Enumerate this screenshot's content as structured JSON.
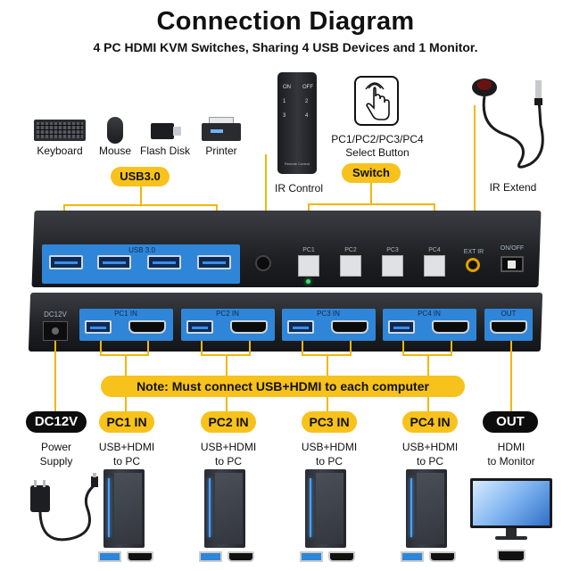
{
  "title": "Connection Diagram",
  "subtitle": "4 PC HDMI KVM Switches, Sharing 4 USB Devices and 1 Monitor.",
  "devices": {
    "keyboard": "Keyboard",
    "mouse": "Mouse",
    "flash_disk": "Flash Disk",
    "printer": "Printer"
  },
  "pills": {
    "usb30": "USB3.0",
    "switch": "Switch",
    "dc12v": "DC12V",
    "pc1": "PC1 IN",
    "pc2": "PC2 IN",
    "pc3": "PC3 IN",
    "pc4": "PC4 IN",
    "out": "OUT"
  },
  "remote": {
    "on": "ON",
    "off": "OFF",
    "keys": [
      "1",
      "2",
      "3",
      "4"
    ],
    "brand": "Remote Control",
    "label": "IR Control"
  },
  "select_button": "PC1/PC2/PC3/PC4\nSelect Button",
  "ir_extend": "IR Extend",
  "front_panel": {
    "usb_label": "USB 3.0",
    "buttons": [
      "PC1",
      "PC2",
      "PC3",
      "PC4"
    ],
    "ext_ir": "EXT IR",
    "on_off": "ON/OFF"
  },
  "rear_panel": {
    "dc": "DC12V",
    "ports": [
      "PC1 IN",
      "PC2 IN",
      "PC3 IN",
      "PC4 IN"
    ],
    "out": "OUT"
  },
  "note": "Note: Must connect USB+HDMI to each computer",
  "bottom": {
    "power": "Power\nSupply",
    "pc_desc": "USB+HDMI\nto PC",
    "monitor_desc": "HDMI\nto Monitor"
  },
  "colors": {
    "accent": "#f7c21b",
    "usb_blue": "#2f86d8",
    "device_dark": "#1e2024"
  }
}
